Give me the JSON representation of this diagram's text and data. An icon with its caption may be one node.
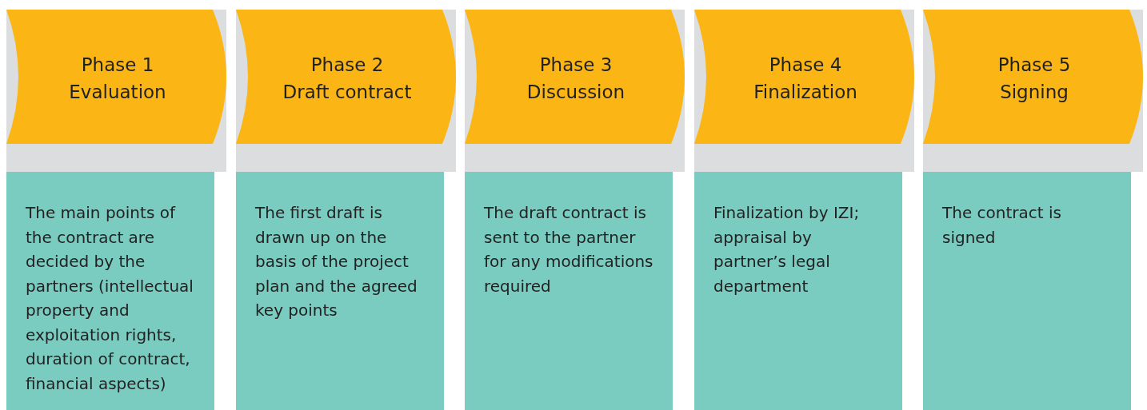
{
  "diagram": {
    "nodes": [
      {
        "text": [
          "Phase 1",
          "Evaluation"
        ]
      },
      {
        "text": [
          "Phase 2",
          "Draft contract"
        ]
      },
      {
        "text": [
          "Phase 3",
          "Discussion"
        ]
      },
      {
        "text": [
          "Phase 4",
          "Finalization"
        ]
      },
      {
        "text": [
          "Phase 5",
          "Signing"
        ]
      },
      {
        "text": [
          "The main points of the contract are decided by the partners (intellectual property and exploitation rights, duration of contract, financial aspects)"
        ]
      },
      {
        "text": [
          "The first draft is drawn up on the basis of the project plan and the agreed key points"
        ]
      },
      {
        "text": [
          "The draft contract is sent to the partner for any modifications required"
        ]
      },
      {
        "text": [
          "Finalization by IZI; appraisal by partner’s legal department"
        ]
      },
      {
        "text": [
          "The contract is signed"
        ]
      }
    ],
    "edges": []
  }
}
